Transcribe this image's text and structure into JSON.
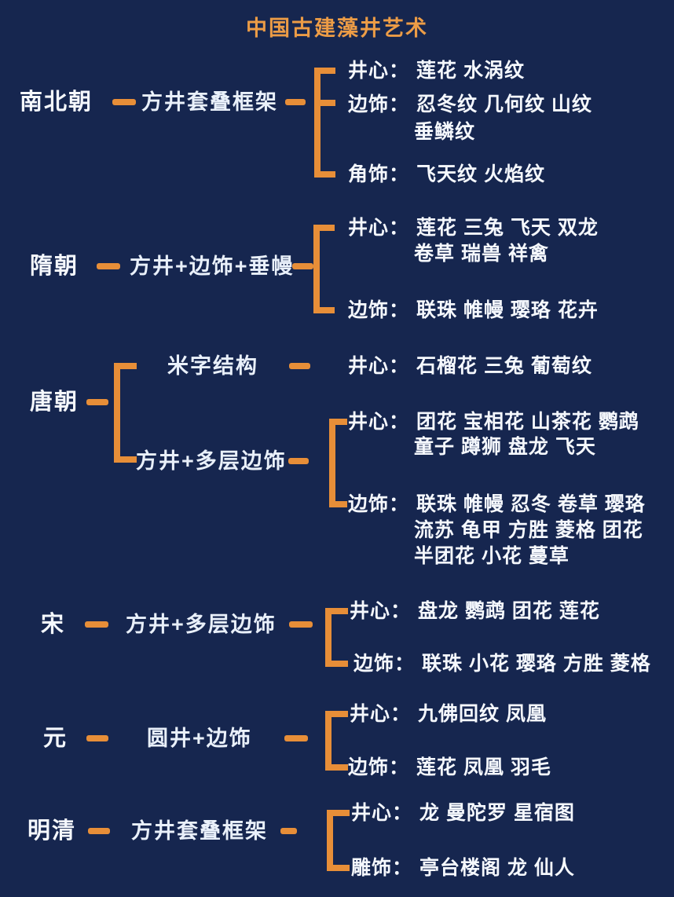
{
  "title": "中国古建藻井艺术",
  "colors": {
    "background": "#16264F",
    "accent": "#E78E38",
    "title": "#EC9C46",
    "text": "#F5F8FD"
  },
  "sections": [
    {
      "dynasty": "南北朝",
      "branches": [
        {
          "structure": "方井套叠框架",
          "groups": [
            {
              "label": "井心：",
              "lines": [
                "莲花 水涡纹"
              ]
            },
            {
              "label": "边饰：",
              "lines": [
                "忍冬纹 几何纹 山纹",
                "垂鳞纹"
              ]
            },
            {
              "label": "角饰：",
              "lines": [
                "飞天纹 火焰纹"
              ]
            }
          ]
        }
      ]
    },
    {
      "dynasty": "隋朝",
      "branches": [
        {
          "structure": "方井+边饰+垂幔",
          "groups": [
            {
              "label": "井心：",
              "lines": [
                "莲花 三兔 飞天 双龙",
                "卷草 瑞兽 祥禽"
              ]
            },
            {
              "label": "边饰：",
              "lines": [
                "联珠 帷幔 璎珞 花卉"
              ]
            }
          ]
        }
      ]
    },
    {
      "dynasty": "唐朝",
      "branches": [
        {
          "structure": "米字结构",
          "groups": [
            {
              "label": "井心：",
              "lines": [
                "石榴花 三兔 葡萄纹"
              ]
            }
          ]
        },
        {
          "structure": "方井+多层边饰",
          "groups": [
            {
              "label": "井心：",
              "lines": [
                "团花 宝相花 山茶花 鹦鹉",
                "童子 蹲狮 盘龙 飞天"
              ]
            },
            {
              "label": "边饰：",
              "lines": [
                "联珠 帷幔 忍冬 卷草 璎珞",
                "流苏 龟甲 方胜 菱格 团花",
                "半团花 小花 蔓草"
              ]
            }
          ]
        }
      ]
    },
    {
      "dynasty": "宋",
      "branches": [
        {
          "structure": "方井+多层边饰",
          "groups": [
            {
              "label": "井心：",
              "lines": [
                "盘龙 鹦鹉 团花 莲花"
              ]
            },
            {
              "label": "边饰：",
              "lines": [
                "联珠 小花 璎珞 方胜 菱格"
              ]
            }
          ]
        }
      ]
    },
    {
      "dynasty": "元",
      "branches": [
        {
          "structure": "圆井+边饰",
          "groups": [
            {
              "label": "井心：",
              "lines": [
                "九佛回纹 凤凰"
              ]
            },
            {
              "label": "边饰：",
              "lines": [
                "莲花 凤凰 羽毛"
              ]
            }
          ]
        }
      ]
    },
    {
      "dynasty": "明清",
      "branches": [
        {
          "structure": "方井套叠框架",
          "groups": [
            {
              "label": "井心：",
              "lines": [
                "龙 曼陀罗 星宿图"
              ]
            },
            {
              "label": "雕饰：",
              "lines": [
                "亭台楼阁 龙 仙人"
              ]
            }
          ]
        }
      ]
    }
  ]
}
